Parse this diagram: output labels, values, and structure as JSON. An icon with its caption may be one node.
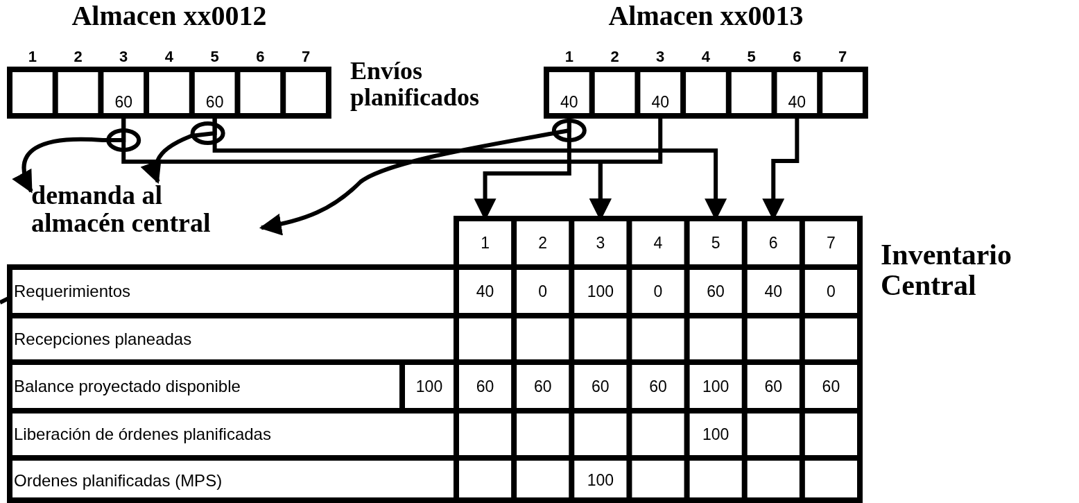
{
  "diagram": {
    "nodes": [
      {
        "text": [
          "60"
        ]
      },
      {
        "text": [
          "60"
        ]
      },
      {
        "text": [
          "40"
        ]
      },
      {
        "text": [
          "40"
        ]
      },
      {
        "text": [
          "40"
        ]
      },
      {
        "text": [
          "demanda al almacén central"
        ]
      },
      {
        "text": [
          "1"
        ]
      },
      {
        "text": [
          "3"
        ]
      },
      {
        "text": [
          "5"
        ]
      },
      {
        "text": [
          "6"
        ]
      },
      {
        "text": [
          "Requerimientos"
        ]
      }
    ],
    "edges": [
      {
        "from": 0,
        "to": 7,
        "arrow": "to"
      },
      {
        "from": 1,
        "to": 8,
        "arrow": "to"
      },
      {
        "from": 2,
        "to": 6,
        "arrow": "to"
      },
      {
        "from": 3,
        "to": 7,
        "arrow": "to"
      },
      {
        "from": 4,
        "to": 9,
        "arrow": "to"
      },
      {
        "from": 0,
        "to": 5,
        "arrow": "to"
      },
      {
        "from": 1,
        "to": 5,
        "arrow": "to"
      },
      {
        "from": 2,
        "to": 5,
        "arrow": "to"
      },
      {
        "from": null,
        "to": 10,
        "arrow": "none"
      }
    ],
    "labels": [
      "Almacen xx0012",
      "1",
      "2",
      "3",
      "4",
      "5",
      "6",
      "7",
      "Almacen xx0013",
      "1",
      "2",
      "3",
      "4",
      "5",
      "6",
      "7",
      "Envíos planificados",
      "2",
      "4",
      "7",
      "40",
      "0",
      "100",
      "0",
      "60",
      "40",
      "0",
      "Inventario Central",
      "Recepciones planeadas",
      "Balance proyectado disponible",
      "100",
      "60",
      "60",
      "60",
      "60",
      "100",
      "60",
      "60",
      "Liberación de órdenes planificadas",
      "100",
      "Ordenes planificadas (MPS)",
      "100"
    ]
  }
}
